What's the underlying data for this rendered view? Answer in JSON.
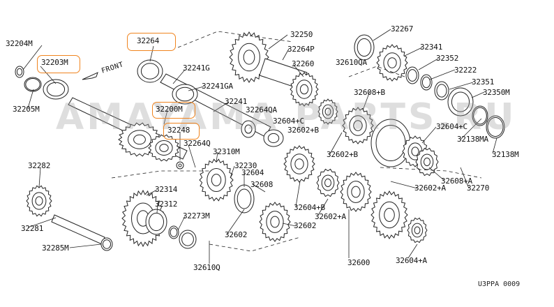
{
  "diagram": {
    "diagram_code": "U3PPA 0009",
    "front_label": "FRONT",
    "watermark": "AMAYAMA PARTS.RU",
    "highlight_color": "#f0841e",
    "parts": [
      {
        "id": "p1",
        "label": "32204M"
      },
      {
        "id": "p2",
        "label": "32203M"
      },
      {
        "id": "p3",
        "label": "32205M"
      },
      {
        "id": "p4",
        "label": "32264"
      },
      {
        "id": "p5",
        "label": "32241G"
      },
      {
        "id": "p6",
        "label": "32241GA"
      },
      {
        "id": "p7",
        "label": "32241"
      },
      {
        "id": "p8",
        "label": "32200M"
      },
      {
        "id": "p9",
        "label": "32248"
      },
      {
        "id": "p10",
        "label": "32264Q"
      },
      {
        "id": "p11",
        "label": "32310M"
      },
      {
        "id": "p12",
        "label": "32250"
      },
      {
        "id": "p13",
        "label": "32264P"
      },
      {
        "id": "p14",
        "label": "32260"
      },
      {
        "id": "p15",
        "label": "32264QA"
      },
      {
        "id": "p16",
        "label": "32267"
      },
      {
        "id": "p17",
        "label": "32610QA"
      },
      {
        "id": "p18",
        "label": "32341"
      },
      {
        "id": "p19",
        "label": "32352"
      },
      {
        "id": "p20",
        "label": "32222"
      },
      {
        "id": "p21",
        "label": "32351"
      },
      {
        "id": "p22",
        "label": "32350M"
      },
      {
        "id": "p23",
        "label": "32608+B"
      },
      {
        "id": "p24",
        "label": "32604+C"
      },
      {
        "id": "p25",
        "label": "32602+B"
      },
      {
        "id": "p26",
        "label": "32604+C"
      },
      {
        "id": "p27",
        "label": "32138MA"
      },
      {
        "id": "p28",
        "label": "32138M"
      },
      {
        "id": "p29",
        "label": "32602+B"
      },
      {
        "id": "p30",
        "label": "32608+A"
      },
      {
        "id": "p31",
        "label": "32270"
      },
      {
        "id": "p32",
        "label": "32602+A"
      },
      {
        "id": "p33",
        "label": "32282"
      },
      {
        "id": "p34",
        "label": "32314"
      },
      {
        "id": "p35",
        "label": "32312"
      },
      {
        "id": "p36",
        "label": "32230"
      },
      {
        "id": "p37",
        "label": "32604"
      },
      {
        "id": "p38",
        "label": "32608"
      },
      {
        "id": "p39",
        "label": "32604+B"
      },
      {
        "id": "p40",
        "label": "32602+A"
      },
      {
        "id": "p41",
        "label": "32281"
      },
      {
        "id": "p42",
        "label": "32273M"
      },
      {
        "id": "p43",
        "label": "32602"
      },
      {
        "id": "p44",
        "label": "32602"
      },
      {
        "id": "p45",
        "label": "32285M"
      },
      {
        "id": "p46",
        "label": "32610Q"
      },
      {
        "id": "p47",
        "label": "32600"
      },
      {
        "id": "p48",
        "label": "32604+A"
      }
    ],
    "highlighted_parts": [
      "32264",
      "32203M",
      "32200M",
      "32248"
    ]
  }
}
